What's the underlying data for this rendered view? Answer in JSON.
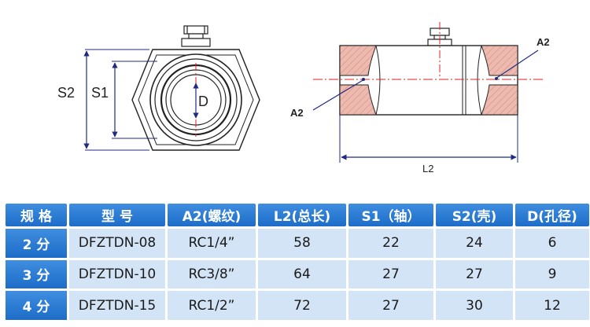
{
  "drawing": {
    "front_view": {
      "label_s2": "S2",
      "label_s1": "S1",
      "label_d": "D"
    },
    "side_view": {
      "callout_right": "A2",
      "callout_left": "A2",
      "label_l2": "L2"
    }
  },
  "table": {
    "headers": [
      "规 格",
      "型 号",
      "A2(螺纹)",
      "L2(总长)",
      "S1（轴）",
      "S2(壳)",
      "D(孔径)"
    ],
    "rows": [
      [
        "2 分",
        "DFZTDN-08",
        "RC1/4”",
        "58",
        "22",
        "24",
        "6"
      ],
      [
        "3 分",
        "DFZTDN-10",
        "RC3/8”",
        "64",
        "27",
        "27",
        "9"
      ],
      [
        "4 分",
        "DFZTDN-15",
        "RC1/2”",
        "72",
        "27",
        "30",
        "12"
      ]
    ]
  },
  "colors": {
    "header_bg": "#2a7ad6",
    "cell_bg": "#d3e4f7",
    "dimension_line": "#1f2a80",
    "centerline": "#e02020",
    "hatch_fill": "#e9b7ad"
  }
}
